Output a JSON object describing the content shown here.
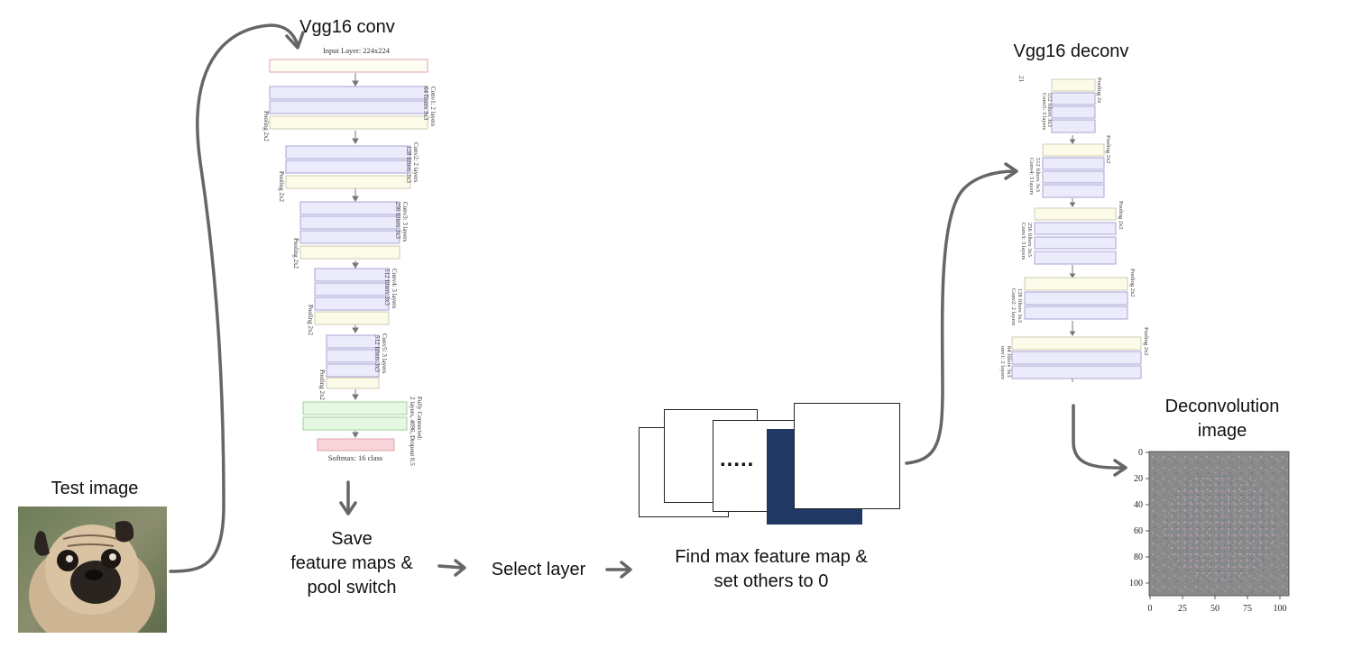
{
  "labels": {
    "test_image": "Test image",
    "vgg16_conv": "Vgg16 conv",
    "vgg16_deconv": "Vgg16 deconv",
    "save_line1": "Save",
    "save_line2": "feature maps &",
    "save_line3": "pool switch",
    "select_layer": "Select layer",
    "find_line1": "Find max feature map &",
    "find_line2": "set others to 0",
    "deconv_line1": "Deconvolution",
    "deconv_line2": "image",
    "dots": "....."
  },
  "conv_net": {
    "input_label": "Input Layer: 224x224",
    "softmax_label": "Softmax: 16 class",
    "blocks": [
      {
        "side": "Conv1: 2 layers",
        "side2": "64 filters 3x3",
        "pool": "Pooling 2x2"
      },
      {
        "side": "Conv2: 2 layers",
        "side2": "128 filters 3x3",
        "pool": "Pooling 2x2"
      },
      {
        "side": "Conv3: 3 layers",
        "side2": "256 filters 3x3",
        "pool": "Pooling 2x2"
      },
      {
        "side": "Conv4: 3 layers",
        "side2": "512 filters 3x3",
        "pool": "Pooling 2x2"
      },
      {
        "side": "Conv5: 3 layers",
        "side2": "512 filters 3x3",
        "pool": "Pooling 2x2"
      }
    ],
    "fc_label": "Fully Connected:",
    "fc_label2": "2 layers, 4096, Dropout 0.5"
  },
  "deconv_net": {
    "blocks": [
      {
        "side": "Conv5: 3 layers",
        "side2": "512 filters 3x3",
        "pool": "Pooling 2x"
      },
      {
        "side": "Conv4: 3 layers",
        "side2": "512 filters 3x3",
        "pool": "Pooling 2x2"
      },
      {
        "side": "Conv3: 3 layers",
        "side2": "256 filters 3x3",
        "pool": "Pooling 2x2"
      },
      {
        "side": "Conv2: 2 layers",
        "side2": "128 filters 3x3",
        "pool": "Pooling 2x2"
      },
      {
        "side": "onv1: 2 layers",
        "side2": "64 filters 3x3",
        "pool": "Pooling 2x2"
      }
    ],
    "top_mark": "21"
  },
  "deconv_plot": {
    "y_ticks": [
      "0",
      "20",
      "40",
      "60",
      "80",
      "100"
    ],
    "x_ticks": [
      "0",
      "25",
      "50",
      "75",
      "100"
    ]
  },
  "colors": {
    "arrow": "#666666",
    "conv_fill": "#ecebfb",
    "conv_stroke": "#a9a6d6",
    "pool_fill": "#fcfbea",
    "pool_stroke": "#cfcbb2",
    "input_fill": "#fdfdf3",
    "input_stroke": "#e2a3ad",
    "fc_fill": "#e6f8e3",
    "fc_stroke": "#9fd19a",
    "softmax_fill": "#f7d4d9",
    "softmax_stroke": "#e2a3ad",
    "selected_map": "#1f3864"
  }
}
